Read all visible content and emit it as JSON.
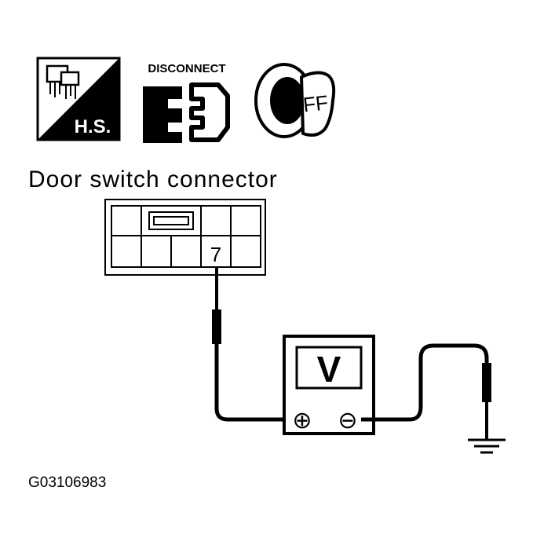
{
  "icons": {
    "harness_icon": {
      "name": "harness-connector-icon",
      "text": "H.S."
    },
    "disconnect_icon": {
      "name": "disconnect-connector-icon",
      "text": "DISCONNECT"
    },
    "ignition_icon": {
      "name": "ignition-key-off-icon",
      "text": "OFF"
    }
  },
  "diagram": {
    "title": "Door switch connector",
    "terminal_label": "7",
    "meter_label": "V",
    "positive_symbol": "⊕",
    "negative_symbol": "⊖",
    "figure_id": "G03106983"
  }
}
